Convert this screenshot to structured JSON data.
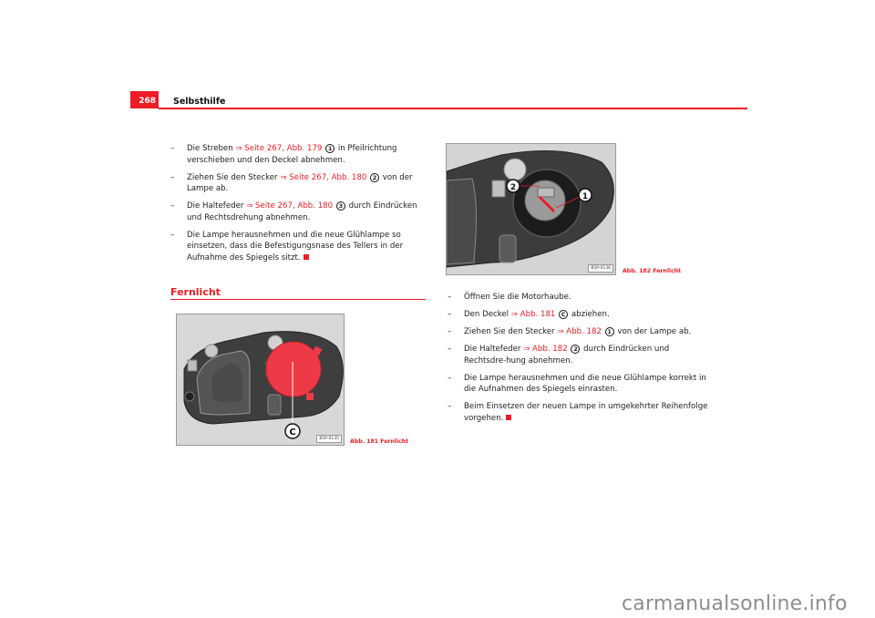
{
  "header": {
    "page_number": "268",
    "section": "Selbsthilfe",
    "accent_color": "#ee1c25"
  },
  "left_steps": [
    {
      "pre": "Die Streben ",
      "ref": "⇒ Seite 267, Abb. 179",
      "marker": "1",
      "post": " in Pfeilrichtung verschieben und den Deckel abnehmen."
    },
    {
      "pre": "Ziehen Sie den Stecker ",
      "ref": "⇒ Seite 267, Abb. 180",
      "marker": "2",
      "post": " von der Lampe ab."
    },
    {
      "pre": "Die Haltefeder ",
      "ref": "⇒ Seite 267, Abb. 180",
      "marker": "3",
      "post": " durch Eindrücken und Rechtsdrehung abnehmen."
    },
    {
      "pre": "Die Lampe herausnehmen und die neue Glühlampe so einsetzen, dass die Befestigungsnase des Tellers in der Aufnahme des Spiegels sitzt.",
      "ref": "",
      "marker": "",
      "post": ""
    }
  ],
  "section": {
    "title": "Fernlicht"
  },
  "figures": {
    "fig181": {
      "code": "B5P-0135",
      "caption": "Abb. 181   Fernlicht",
      "callout": "C"
    },
    "fig182": {
      "code": "B5P-0136",
      "caption": "Abb. 182   Fernlicht",
      "callouts": [
        "1",
        "2"
      ]
    }
  },
  "right_steps": [
    {
      "pre": "Öffnen Sie die Motorhaube.",
      "ref": "",
      "marker": "",
      "post": ""
    },
    {
      "pre": "Den Deckel ",
      "ref": "⇒ Abb. 181",
      "marker": "C",
      "post": " abziehen."
    },
    {
      "pre": "Ziehen Sie den Stecker ",
      "ref": "⇒ Abb. 182",
      "marker": "1",
      "post": " von der Lampe ab."
    },
    {
      "pre": "Die Haltefeder ",
      "ref": "⇒ Abb. 182",
      "marker": "2",
      "post": " durch Eindrücken und Rechtsdre-hung abnehmen."
    },
    {
      "pre": "Die Lampe herausnehmen und die neue Glühlampe korrekt in die Aufnahmen des Spiegels einrasten.",
      "ref": "",
      "marker": "",
      "post": ""
    },
    {
      "pre": "Beim Einsetzen der neuen Lampe in umgekehrter Reihenfolge vorgehen.",
      "ref": "",
      "marker": "",
      "post": ""
    }
  ],
  "dash": "–",
  "watermark": "carmanualsonline.info"
}
